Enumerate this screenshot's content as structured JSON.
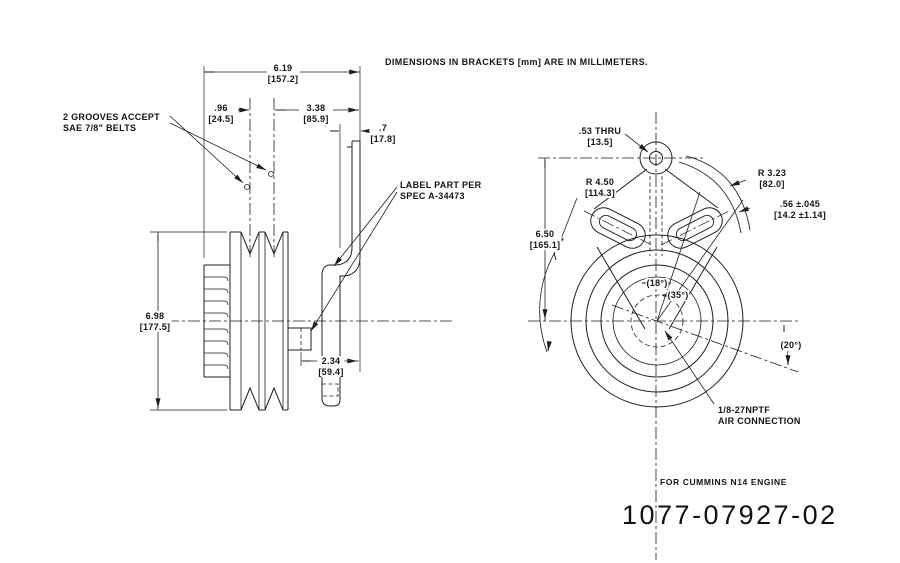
{
  "note": "DIMENSIONS IN BRACKETS [mm] ARE IN MILLIMETERS.",
  "left_view": {
    "grooves_label": {
      "line1": "2 GROOVES ACCEPT",
      "line2": "SAE 7/8\" BELTS"
    },
    "label_part": {
      "line1": "LABEL PART PER",
      "line2": "SPEC A-34473"
    },
    "dims": {
      "overall_width": {
        "in": "6.19",
        "mm": "[157.2]"
      },
      "groove_spacing": {
        "in": ".96",
        "mm": "[24.5]"
      },
      "hub_offset": {
        "in": "3.38",
        "mm": "[85.9]"
      },
      "plate_offset": {
        "in": ".7",
        "mm": "[17.8]"
      },
      "pulley_diameter": {
        "in": "6.98",
        "mm": "[177.5]"
      },
      "mount_depth": {
        "in": "2.34",
        "mm": "[59.4]"
      }
    }
  },
  "right_view": {
    "dims": {
      "thru_hole": {
        "in": ".53 THRU",
        "mm": "[13.5]"
      },
      "radius_large": {
        "in": "R 4.50",
        "mm": "[114.3]"
      },
      "radius_small": {
        "in": "R 3.23",
        "mm": "[82.0]"
      },
      "band_width": {
        "in": ".56 ±.045",
        "mm": "[14.2 ±1.14]"
      },
      "center_height": {
        "in": "6.50",
        "mm": "[165.1]"
      },
      "angle_18": "(18°)",
      "angle_35": "(35°)",
      "angle_20": "(20°)"
    },
    "air_label": {
      "line1": "1/8-27NPTF",
      "line2": "AIR CONNECTION"
    }
  },
  "footer": {
    "engine_note": "FOR CUMMINS N14 ENGINE",
    "part_number": "1077-07927-02"
  },
  "colors": {
    "line": "#1f1f1f",
    "background": "#ffffff"
  }
}
